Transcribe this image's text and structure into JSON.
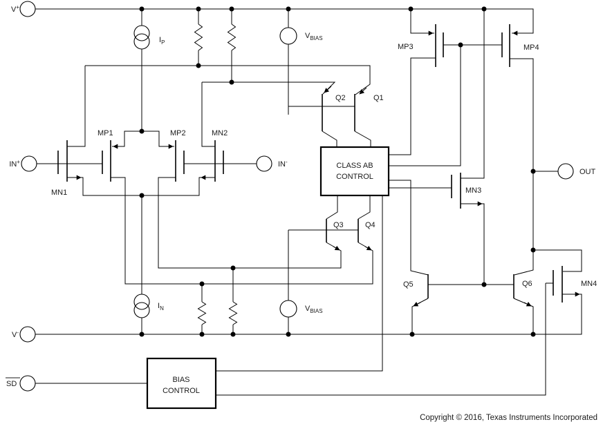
{
  "colors": {
    "line": "#000000",
    "text": "#1a1a1a",
    "background": "#ffffff"
  },
  "labels": {
    "v_plus": {
      "base": "V",
      "sup": "+"
    },
    "v_minus": {
      "base": "V",
      "sup": "-"
    },
    "in_plus": {
      "base": "IN",
      "sup": "+"
    },
    "in_minus": {
      "base": "IN",
      "sup": "-"
    },
    "out": "OUT",
    "sd": "SD",
    "i_p": {
      "base": "I",
      "sub": "P"
    },
    "i_n": {
      "base": "I",
      "sub": "N"
    },
    "v_bias_top": {
      "base": "V",
      "sub": "BIAS"
    },
    "v_bias_bottom": {
      "base": "V",
      "sub": "BIAS"
    },
    "mp1": "MP1",
    "mp2": "MP2",
    "mn1": "MN1",
    "mn2": "MN2",
    "mp3": "MP3",
    "mp4": "MP4",
    "mn3": "MN3",
    "mn4": "MN4",
    "q1": "Q1",
    "q2": "Q2",
    "q3": "Q3",
    "q4": "Q4",
    "q5": "Q5",
    "q6": "Q6",
    "class_ab_line1": "CLASS AB",
    "class_ab_line2": "CONTROL",
    "bias_line1": "BIAS",
    "bias_line2": "CONTROL",
    "copyright": "Copyright © 2016, Texas Instruments Incorporated"
  }
}
